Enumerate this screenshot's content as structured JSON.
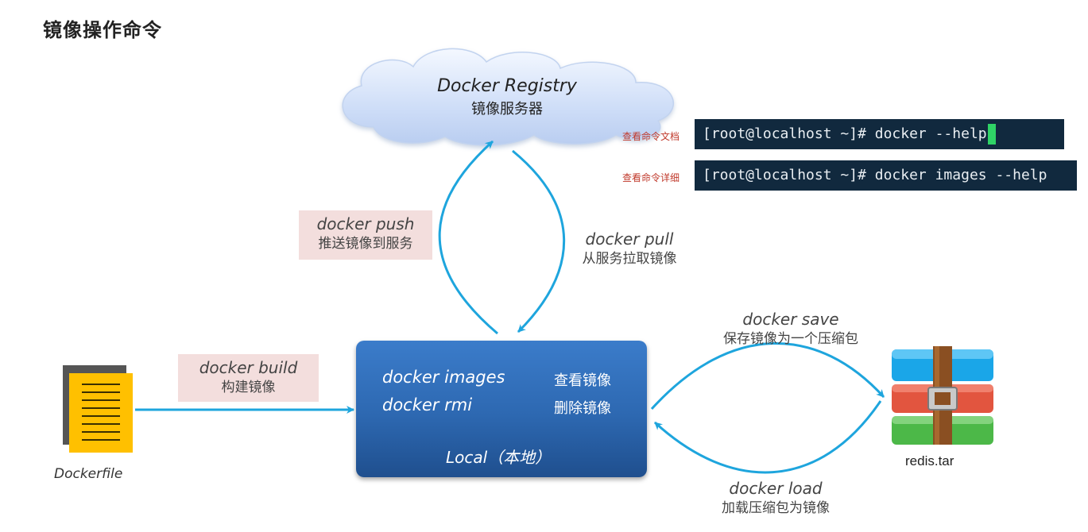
{
  "title": "镜像操作命令",
  "registry": {
    "title": "Docker Registry",
    "subtitle": "镜像服务器"
  },
  "terminals": [
    {
      "label": "查看命令文档",
      "command": "[root@localhost ~]# docker --help"
    },
    {
      "label": "查看命令详细",
      "command": "[root@localhost ~]# docker images --help"
    }
  ],
  "push": {
    "command": "docker push",
    "description": "推送镜像到服务"
  },
  "pull": {
    "command": "docker pull",
    "description": "从服务拉取镜像"
  },
  "build": {
    "command": "docker build",
    "description": "构建镜像"
  },
  "save": {
    "command": "docker save",
    "description": "保存镜像为一个压缩包"
  },
  "load": {
    "command": "docker load",
    "description": "加载压缩包为镜像"
  },
  "local": {
    "commands": [
      {
        "command": "docker images",
        "description": "查看镜像"
      },
      {
        "command": "docker rmi",
        "description": "删除镜像"
      }
    ],
    "name": "Local（本地）"
  },
  "dockerfile": {
    "label": "Dockerfile",
    "icon": "document-icon"
  },
  "archive": {
    "label": "redis.tar",
    "icon": "winrar-archive-icon"
  },
  "colors": {
    "arrow": "#1ea5dd",
    "local_box": "#2d68b1",
    "terminal_bg": "#11293e",
    "command_box_bg": "#f3dedd",
    "tip_label": "#c0392b",
    "cursor": "#2fd366"
  }
}
